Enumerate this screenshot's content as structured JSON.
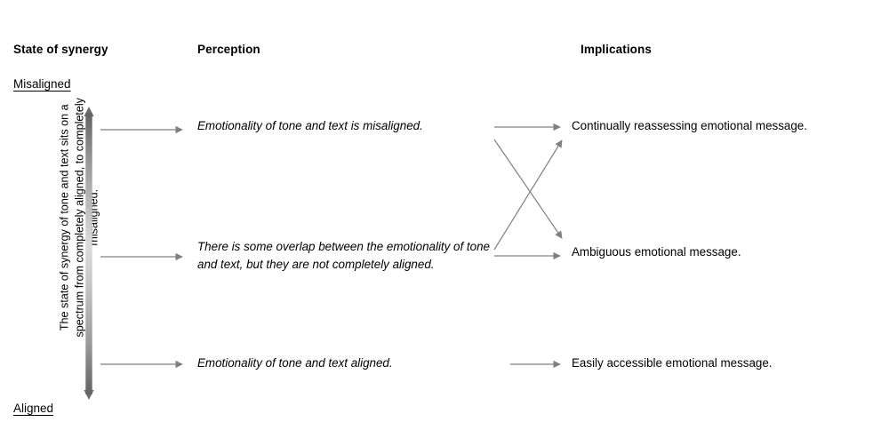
{
  "diagram": {
    "headers": [
      {
        "id": "state",
        "label": "State of synergy"
      },
      {
        "id": "perception",
        "label": "Perception"
      },
      {
        "id": "implications",
        "label": "Implications"
      }
    ],
    "spectrum": {
      "top_pole_label": "Misaligned",
      "bottom_pole_label": "Aligned",
      "axis_description": "The state of synergy of tone and text sits on a spectrum from completely aligned, to completely misaligned.",
      "gradient_top_color": "#6e6e6e",
      "gradient_mid_color": "#d6d6d6",
      "gradient_bottom_color": "#6e6e6e",
      "arrow_color": "#808080"
    },
    "rows": [
      {
        "perception": "Emotionality of tone and text is misaligned.",
        "implication": "Continually reassessing emotional message."
      },
      {
        "perception": "There is some overlap between the emotionality of tone and text, but they are not completely aligned.",
        "implication": "Ambiguous emotional message."
      },
      {
        "perception": "Emotionality of tone and text aligned.",
        "implication": "Easily accessible emotional message."
      }
    ],
    "connector_color": "#808080"
  }
}
